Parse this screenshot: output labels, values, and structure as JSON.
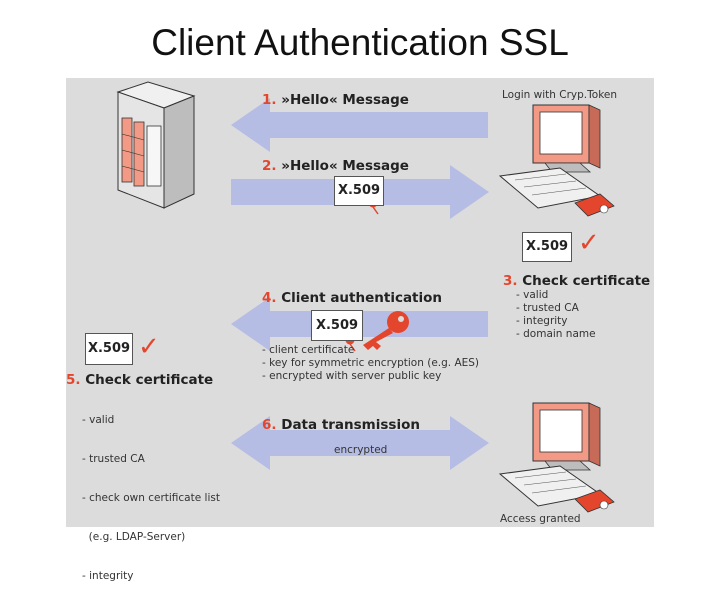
{
  "title": "Client Authentication SSL",
  "colors": {
    "panel": "#dcdcdc",
    "arrow": "#b6bde4",
    "accent": "#e3462c"
  },
  "client_top_label": "Login with Cryp.Token",
  "client_bottom_label": "Access granted",
  "steps": [
    {
      "num": "1.",
      "label": "»Hello« Message"
    },
    {
      "num": "2.",
      "label": "»Hello« Message"
    },
    {
      "num": "3.",
      "label": "Check certificate",
      "items": [
        "- valid",
        "- trusted CA",
        "- integrity",
        "- domain name"
      ]
    },
    {
      "num": "4.",
      "label": "Client authentication",
      "items": [
        "- client certificate",
        "- key for symmetric encryption (e.g. AES)",
        "- encrypted with server public key"
      ]
    },
    {
      "num": "5.",
      "label": "Check certificate",
      "items": [
        "- valid",
        "- trusted CA",
        "- check own certificate list",
        "  (e.g. LDAP-Server)",
        "- integrity"
      ]
    },
    {
      "num": "6.",
      "label": "Data transmission",
      "note": "encrypted"
    }
  ],
  "cert_label": "X.509",
  "icons": [
    "server-icon",
    "client-computer-icon",
    "crypto-token-icon",
    "key-icon",
    "checkmark-icon",
    "seal-icon"
  ]
}
